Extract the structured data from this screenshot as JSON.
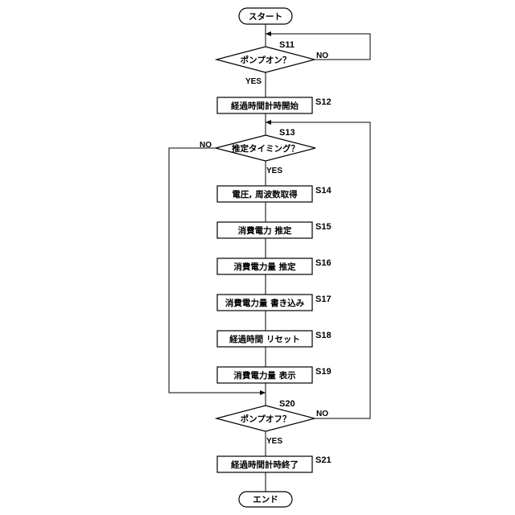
{
  "start": "スタート",
  "end": "エンド",
  "steps": {
    "s11": {
      "id": "S11",
      "text": "ポンプオン？",
      "yes": "YES",
      "no": "NO"
    },
    "s12": {
      "id": "S12",
      "text": "経過時間計時開始"
    },
    "s13": {
      "id": "S13",
      "text": "推定タイミング？",
      "yes": "YES",
      "no": "NO"
    },
    "s14": {
      "id": "S14",
      "text": "電圧, 周波数取得"
    },
    "s15": {
      "id": "S15",
      "text": "消費電力 推定"
    },
    "s16": {
      "id": "S16",
      "text": "消費電力量 推定"
    },
    "s17": {
      "id": "S17",
      "text": "消費電力量 書き込み"
    },
    "s18": {
      "id": "S18",
      "text": "経過時間 リセット"
    },
    "s19": {
      "id": "S19",
      "text": "消費電力量 表示"
    },
    "s20": {
      "id": "S20",
      "text": "ポンプオフ？",
      "yes": "YES",
      "no": "NO"
    },
    "s21": {
      "id": "S21",
      "text": "経過時間計時終了"
    }
  }
}
